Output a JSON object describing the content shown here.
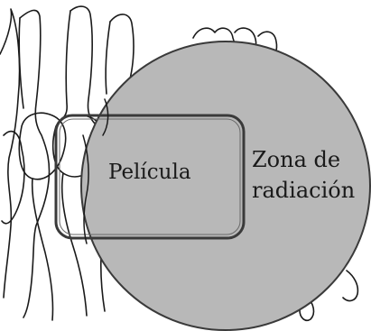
{
  "labels": {
    "film": "Película",
    "radiation_zone_line1": "Zona de",
    "radiation_zone_line2": "radiación"
  },
  "colors": {
    "radiation_zone_fill": "#b8b8b8",
    "radiation_zone_stroke": "#3a3a3a",
    "film_stroke": "#3a3a3a",
    "teeth_stroke": "#1a1a1a",
    "background": "#ffffff"
  }
}
